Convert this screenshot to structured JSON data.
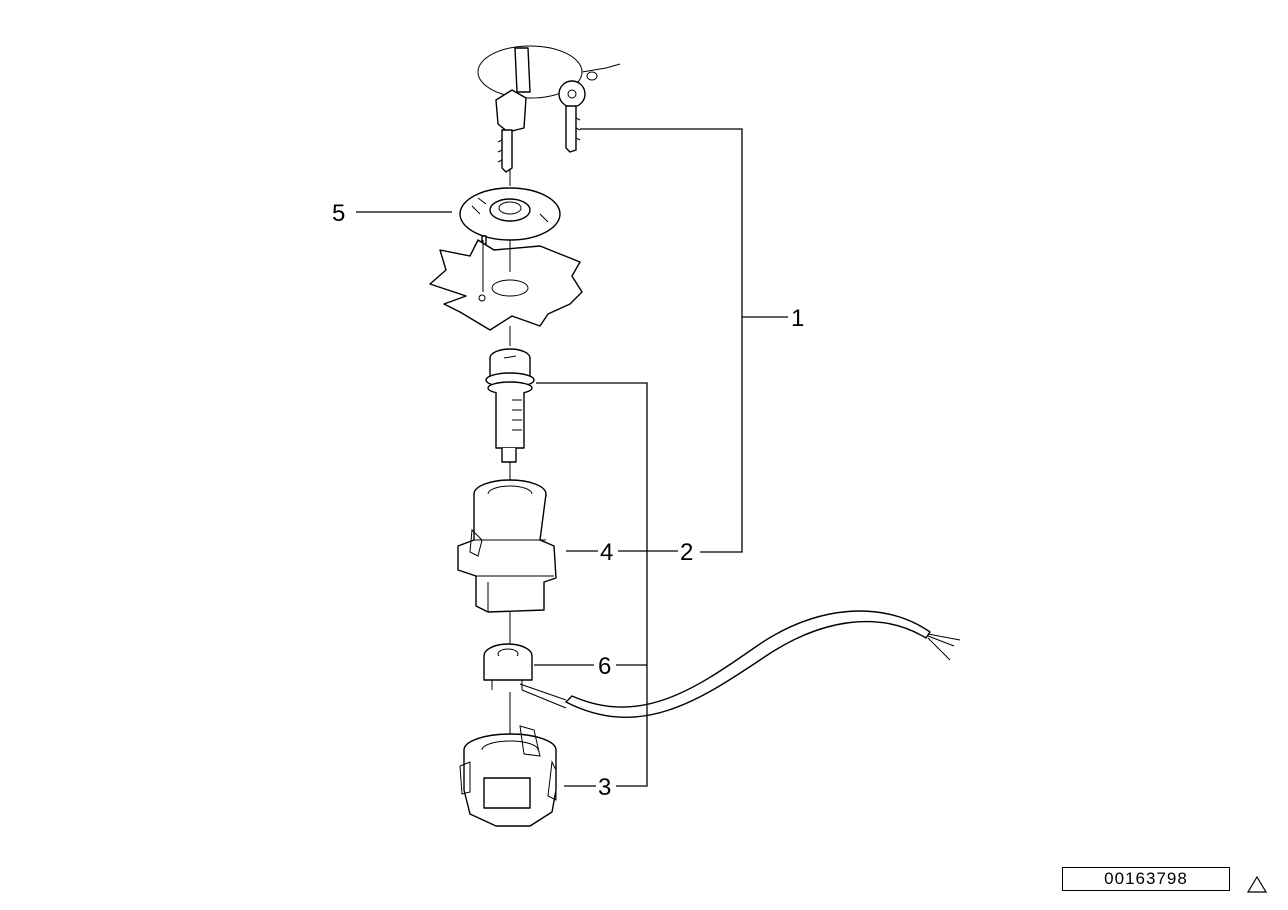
{
  "callouts": [
    {
      "id": "1",
      "label": "1"
    },
    {
      "id": "2",
      "label": "2"
    },
    {
      "id": "3",
      "label": "3"
    },
    {
      "id": "4",
      "label": "4"
    },
    {
      "id": "5",
      "label": "5"
    },
    {
      "id": "6",
      "label": "6"
    }
  ],
  "reference_number": "00163798",
  "icons": {
    "corner_marker": "triangle-outline-icon"
  }
}
